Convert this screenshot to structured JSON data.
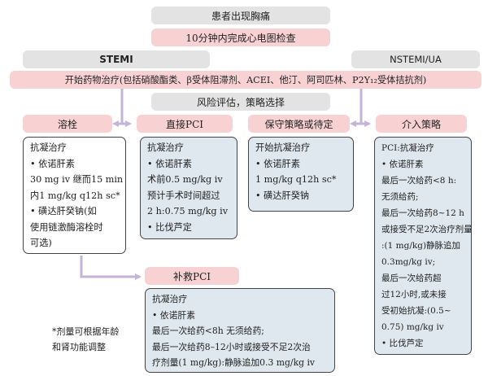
{
  "top": {
    "symptom": "患者出现胸痛",
    "ecg": "10分钟内完成心电图检查"
  },
  "branch": {
    "left": "STEMI",
    "right": "NSTEMI/UA"
  },
  "drugs": "开始药物治疗(包括硝酸酯类、β受体阻滞剂、ACEI、他汀、阿司匹林、P2Y₁₂受体拮抗剂)",
  "risk": "风险评估，策略选择",
  "labels": {
    "thrombolysis": "溶栓",
    "direct_pci": "直接PCI",
    "conservative": "保守策略或待定",
    "interventional": "介入策略",
    "rescue_pci": "补救PCI"
  },
  "boxes": {
    "thrombolysis": [
      "抗凝治疗",
      "• 依诺肝素",
      "30 mg iv 继而15 min",
      "内1 mg/kg q12h sc*",
      "• 磺达肝癸钠(如",
      "使用链激酶溶栓时",
      "可选)"
    ],
    "direct_pci": [
      "抗凝治疗",
      "• 依诺肝素",
      "术前0.5 mg/kg iv",
      "预计手术时间超过",
      "2 h:0.75 mg/kg iv",
      "• 比伐芦定"
    ],
    "conservative": [
      "开始抗凝治疗",
      "• 依诺肝素",
      "1 mg/kg q12h sc*",
      "• 磺达肝癸钠"
    ],
    "interventional": [
      "PCI:抗凝治疗",
      "• 依诺肝素",
      "最后一次给药<8 h:",
      "无须给药;",
      "最后一次给药8~12 h",
      "或接受不足2次治疗剂量",
      ":(1 mg/kg)静脉追加",
      "0.3mg/kg iv;",
      "最后一次给药超",
      "过12小时,或未接",
      "受初始抗凝:(0.5~",
      "0.75) mg/kg iv",
      "• 比伐芦定"
    ],
    "rescue_pci": [
      "抗凝治疗",
      "• 依诺肝素",
      "最后一次给药<8h 无须给药;",
      "最后一次给药8–12小时或接受不足2次治",
      "疗剂量(1 mg/kg):静脉追加0.3 mg/kg iv"
    ]
  },
  "footnote": [
    "*剂量可根据年龄",
    "和肾功能调整"
  ],
  "colors": {
    "gray_fill": "#e3e3e3",
    "pink_fill": "#f8d2d2",
    "blue_box": "#dfe8ef",
    "arrow": "#c6b3d8"
  }
}
